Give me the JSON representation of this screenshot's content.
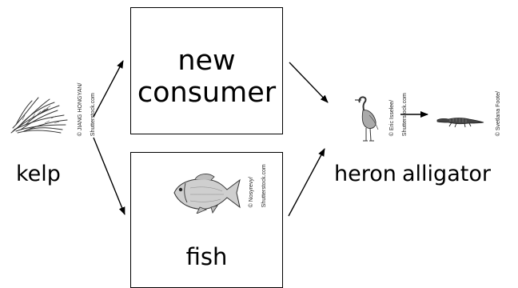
{
  "nodes": {
    "kelp": {
      "label": "kelp",
      "credit_line1": "© JIANG HONGYAN/",
      "credit_line2": "Shutterstock.com",
      "icon": "kelp-illustration"
    },
    "new_consumer": {
      "line1": "new",
      "line2": "consumer"
    },
    "fish": {
      "label": "fish",
      "credit_line1": "© Nosyrevy/",
      "credit_line2": "Shutterstock.com",
      "icon": "fish-illustration"
    },
    "heron": {
      "label": "heron",
      "credit_line1": "© Eric Isselee/",
      "credit_line2": "Shutterstock.com",
      "icon": "heron-illustration"
    },
    "alligator": {
      "label": "alligator",
      "credit_line1": "© Svetlana Foote/",
      "credit_line2": "",
      "icon": "alligator-illustration"
    }
  },
  "edges": [
    {
      "from": "kelp",
      "to": "new consumer"
    },
    {
      "from": "kelp",
      "to": "fish"
    },
    {
      "from": "new consumer",
      "to": "heron"
    },
    {
      "from": "fish",
      "to": "heron"
    },
    {
      "from": "heron",
      "to": "alligator"
    }
  ],
  "colors": {
    "line": "#000000",
    "background": "#ffffff"
  }
}
